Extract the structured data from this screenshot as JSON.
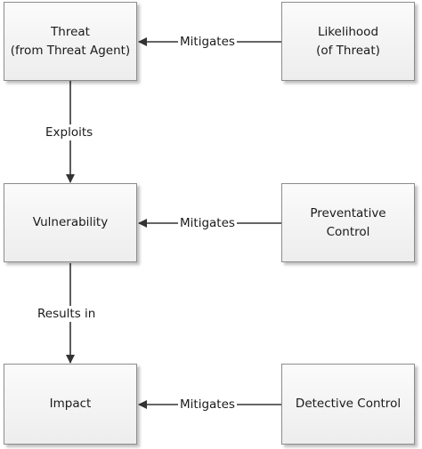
{
  "diagram": {
    "nodes": {
      "threat": "Threat\n(from Threat Agent)",
      "likelihood": "Likelihood\n(of Threat)",
      "vulnerability": "Vulnerability",
      "preventative": "Preventative\nControl",
      "impact": "Impact",
      "detective": "Detective Control"
    },
    "edges": {
      "likelihood_to_threat": "Mitigates",
      "threat_to_vulnerability": "Exploits",
      "preventative_to_vulnerability": "Mitigates",
      "vulnerability_to_impact": "Results in",
      "detective_to_impact": "Mitigates"
    }
  }
}
